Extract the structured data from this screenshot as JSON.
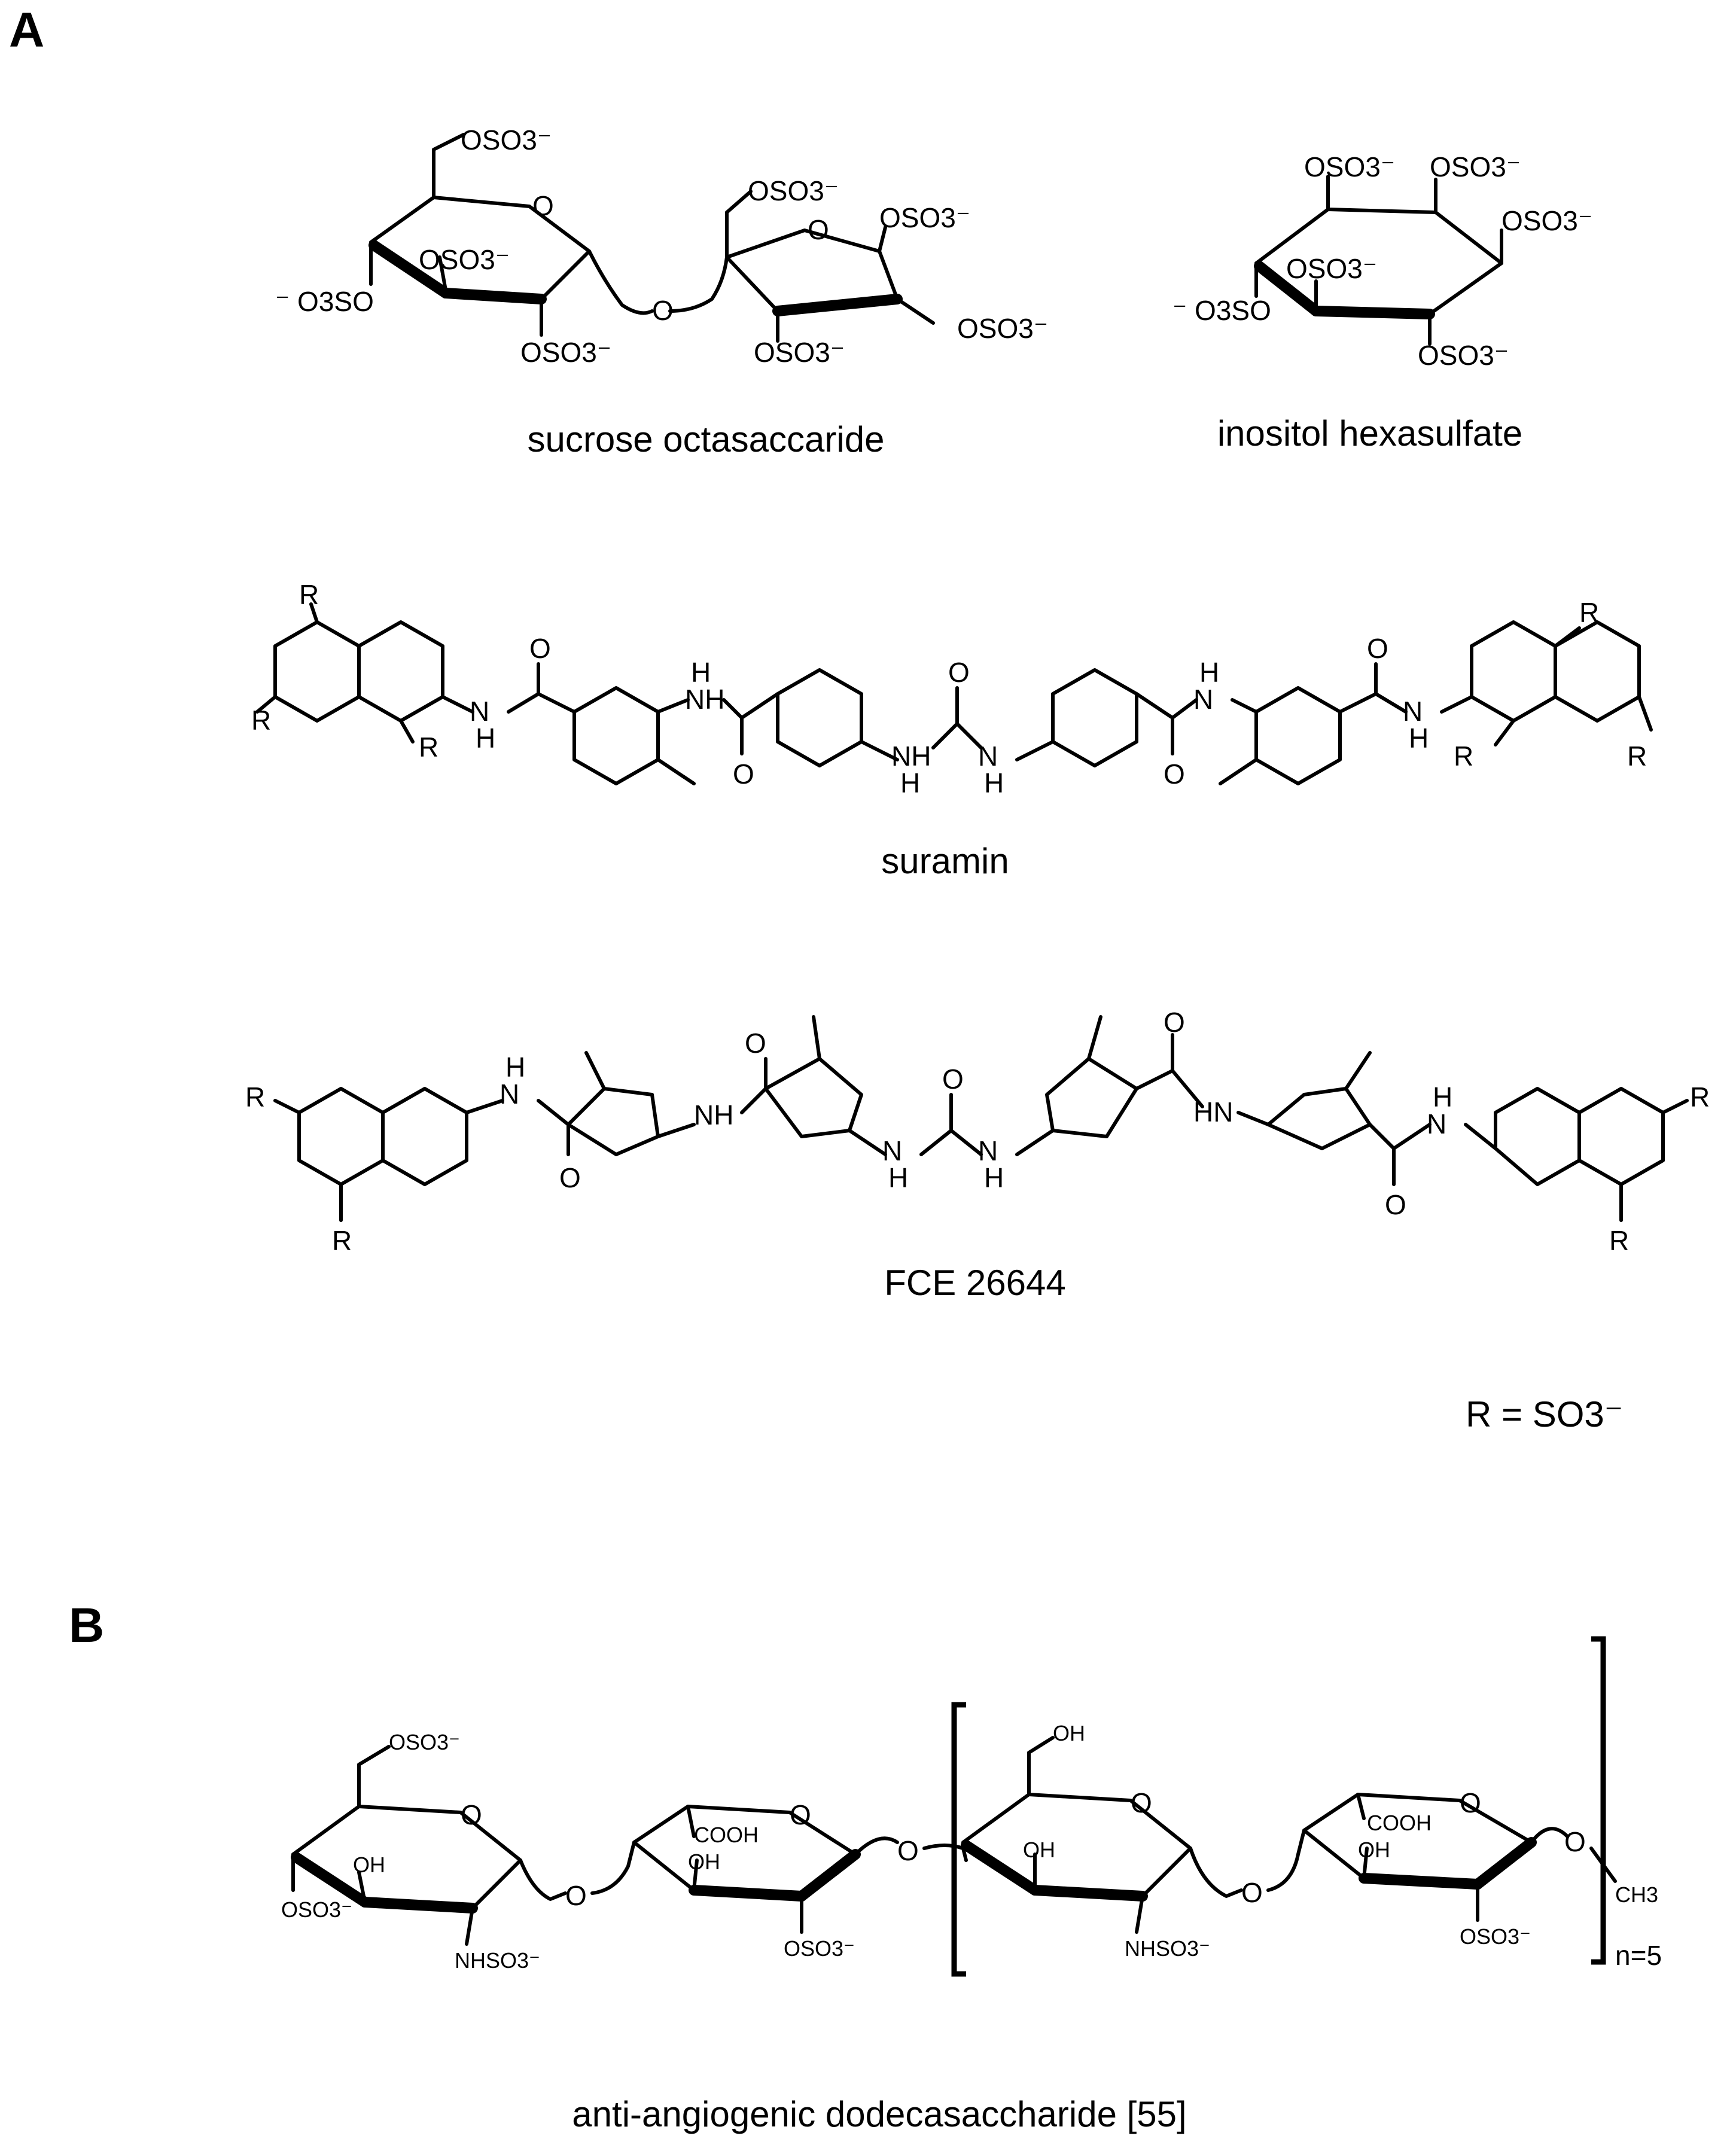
{
  "panel_a": {
    "label": "A",
    "sucrose": {
      "name": "sucrose octasaccaride",
      "osub": "OSO3⁻",
      "left_sub": "⁻ O3SO",
      "ring_o": "O",
      "link_o": "O"
    },
    "inositol": {
      "name": "inositol hexasulfate",
      "osub": "OSO3⁻",
      "left_sub": "⁻ O3SO"
    },
    "suramin": {
      "name": "suramin",
      "r": "R",
      "o": "O",
      "nh": "NH",
      "h": "H",
      "n": "N"
    },
    "fce": {
      "name": "FCE 26644",
      "r": "R",
      "o": "O",
      "nh": "NH",
      "hn": "HN",
      "h": "H",
      "n": "N"
    },
    "r_def": "R = SO3⁻"
  },
  "panel_b": {
    "label": "B",
    "name": "anti-angiogenic dodecasaccharide [55]",
    "oso3": "OSO3⁻",
    "oh": "OH",
    "cooh": "COOH",
    "nhso3": "NHSO3⁻",
    "o": "O",
    "ch3": "CH3",
    "repeat": "n=5"
  }
}
